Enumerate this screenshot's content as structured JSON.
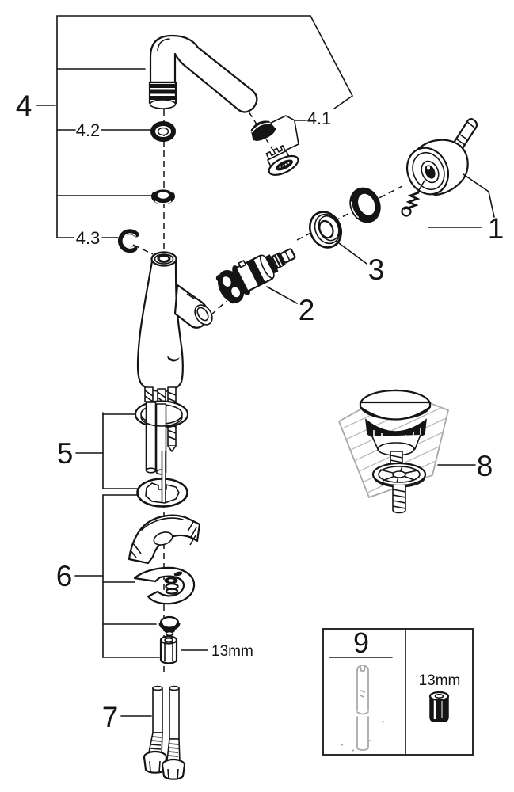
{
  "diagram": {
    "background": "#ffffff",
    "line_color": "#141414",
    "muted_color": "#a9a9a9",
    "callouts": {
      "c1": "1",
      "c2": "2",
      "c3": "3",
      "c4": "4",
      "c41": "4.1",
      "c42": "4.2",
      "c43": "4.3",
      "c5": "5",
      "c6": "6",
      "c7": "7",
      "c8": "8"
    },
    "size_labels": {
      "hex_adapter": "13mm"
    },
    "inset_box": {
      "label": "9",
      "bit_size": "13mm"
    }
  }
}
